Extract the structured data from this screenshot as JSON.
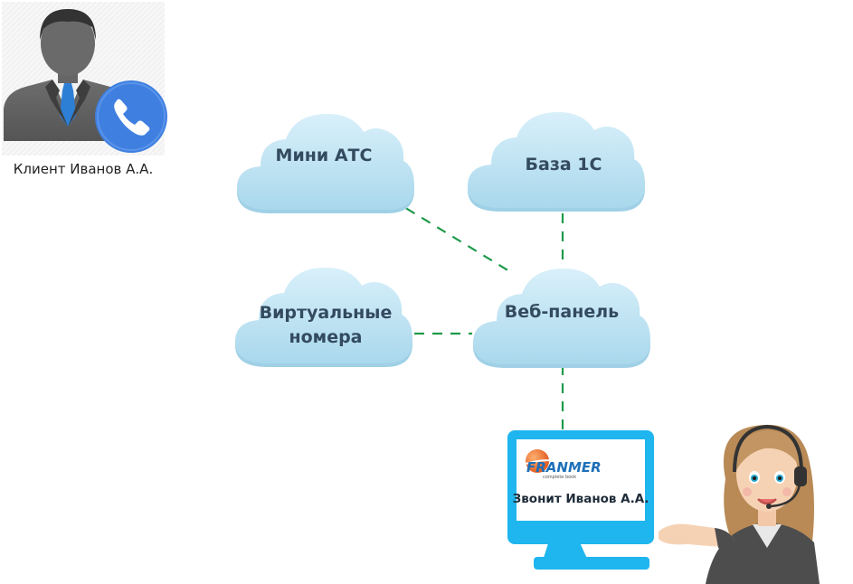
{
  "client": {
    "caption": "Клиент Иванов А.А.",
    "icon": "phone-icon",
    "badge_color": "#3f7fe0"
  },
  "clouds": {
    "mini_ats": {
      "label": "Мини АТС"
    },
    "base_1c": {
      "label": "База 1С"
    },
    "virtual_numbers": {
      "line1": "Виртуальные",
      "line2": "номера"
    },
    "web_panel": {
      "label": "Веб-панель"
    }
  },
  "monitor": {
    "logo_text": "FRANMER",
    "logo_subtext": "complete book",
    "caption": "Звонит Иванов А.А.",
    "frame_color": "#1fb5ee"
  },
  "colors": {
    "cloud_fill": "#bfe3f2",
    "cloud_shadow": "#9fd0e6",
    "connector": "#1f9a4b",
    "label": "#334a5f"
  }
}
